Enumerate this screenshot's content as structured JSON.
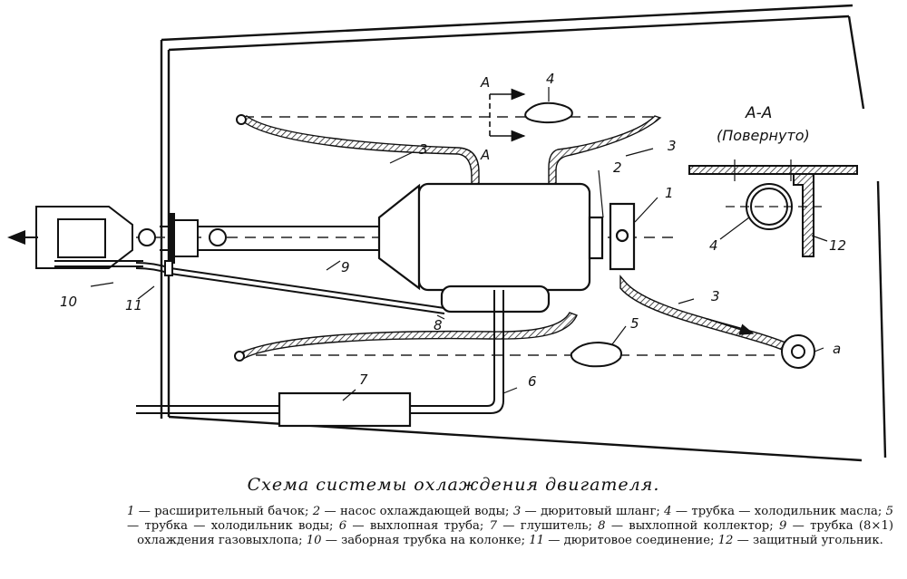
{
  "callouts": {
    "n1": "1",
    "n2": "2",
    "n3a": "3",
    "n3b": "3",
    "n3c": "3",
    "n4": "4",
    "n4b": "4",
    "n5": "5",
    "n6": "6",
    "n7": "7",
    "n8": "8",
    "n9": "9",
    "n10": "10",
    "n11": "11",
    "n12": "12",
    "a": "a"
  },
  "section": {
    "arrow_top": "A",
    "arrow_bottom": "A",
    "title": "A-A",
    "subtitle": "(Повернуто)"
  },
  "caption": {
    "title": "Схема системы охлаждения двигателя.",
    "legend": [
      {
        "num": "1",
        "text": " — расширительный бачок; "
      },
      {
        "num": "2",
        "text": " — насос охлаждающей воды; "
      },
      {
        "num": "3",
        "text": " — дюритовый шланг; "
      },
      {
        "num": "4",
        "text": " — трубка — холодильник масла; "
      },
      {
        "num": "5",
        "text": " — трубка — холодильник воды; "
      },
      {
        "num": "6",
        "text": " — выхлопная труба; "
      },
      {
        "num": "7",
        "text": " — глушитель; "
      },
      {
        "num": "8",
        "text": " — выхлопной коллектор; "
      },
      {
        "num": "9",
        "text": " — трубка (8×1) охлаждения газовыхлопа; "
      },
      {
        "num": "10",
        "text": " — заборная трубка на колонке; "
      },
      {
        "num": "11",
        "text": " — дюритовое соединение; "
      },
      {
        "num": "12",
        "text": " — защитный угольник."
      }
    ]
  }
}
